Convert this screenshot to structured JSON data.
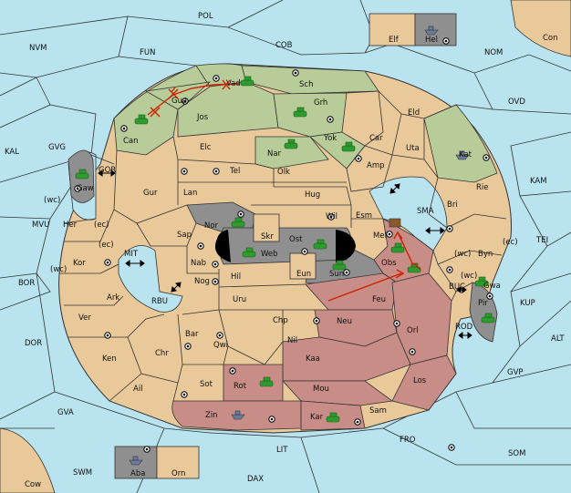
{
  "colors": {
    "sea": "#b9e3ef",
    "land": "#e9c89a",
    "green": "#b7cc98",
    "red": "#c98d87",
    "gray": "#8f8f8f",
    "black": "#000000",
    "order": "#cc2200",
    "unit": "#2e9b2e",
    "unitblue": "#6a7a9a"
  },
  "seas": {
    "pol": "POL",
    "cob": "COB",
    "nvm": "NVM",
    "fun": "FUN",
    "nom": "NOM",
    "con": "Con",
    "ovd": "OVD",
    "kal": "KAL",
    "gvg": "GVG",
    "kam": "KAM",
    "tei": "TEI",
    "mvu": "MVU",
    "bor": "BOR",
    "kup": "KUP",
    "dor": "DOR",
    "alt": "ALT",
    "gvp": "GVP",
    "gva": "GVA",
    "fro": "FRO",
    "som": "SOM",
    "lit": "LIT",
    "swm": "SWM",
    "dax": "DAX",
    "cow": "Cow",
    "gor": "GOR",
    "mit": "MIT",
    "rbu": "RBU",
    "sma": "SMA",
    "buc": "BUC",
    "rod": "ROD"
  },
  "provinces": {
    "elf": "Elf",
    "hel": "Hel",
    "aba": "Aba",
    "orn": "Orn",
    "sch": "Sch",
    "vad": "Vad",
    "gua": "Gua",
    "grh": "Grh",
    "jos": "Jos",
    "can": "Can",
    "eld": "Eld",
    "yok": "Yok",
    "nar": "Nar",
    "car": "Car",
    "uta": "Uta",
    "kat": "Kat",
    "elc": "Elc",
    "tel": "Tel",
    "olk": "Olk",
    "amp": "Amp",
    "gaw": "Gaw",
    "gur": "Gur",
    "lan": "Lan",
    "hug": "Hug",
    "rie": "Rie",
    "bri": "Bri",
    "wil": "Wil",
    "esm": "Esm",
    "nor": "Nor",
    "skr": "Skr",
    "ost": "Ost",
    "mel": "Mel",
    "her": "Her",
    "sap": "Sap",
    "web": "Web",
    "byn": "Byn",
    "kor": "Kor",
    "nab": "Nab",
    "hil": "Hil",
    "eun": "Eun",
    "sun": "Sun",
    "obs": "Obs",
    "gwa": "Gwa",
    "ark": "Ark",
    "nog": "Nog",
    "uru": "Uru",
    "feu": "Feu",
    "pir": "Pir",
    "ver": "Ver",
    "bar": "Bar",
    "chp": "Chp",
    "neu": "Neu",
    "orl": "Orl",
    "qwi": "Qwi",
    "nil": "Nil",
    "ken": "Ken",
    "chr": "Chr",
    "kaa": "Kaa",
    "ail": "Ail",
    "sot": "Sot",
    "rot": "Rot",
    "mou": "Mou",
    "los": "Los",
    "zin": "Zin",
    "kar": "Kar",
    "sam": "Sam"
  },
  "coasts": {
    "wc1": "(wc)",
    "ec1": "(ec)",
    "ec2": "(ec)",
    "wc2": "(wc)",
    "wc3": "(wc)",
    "ec3": "(ec)",
    "wc4": "(wc)"
  }
}
